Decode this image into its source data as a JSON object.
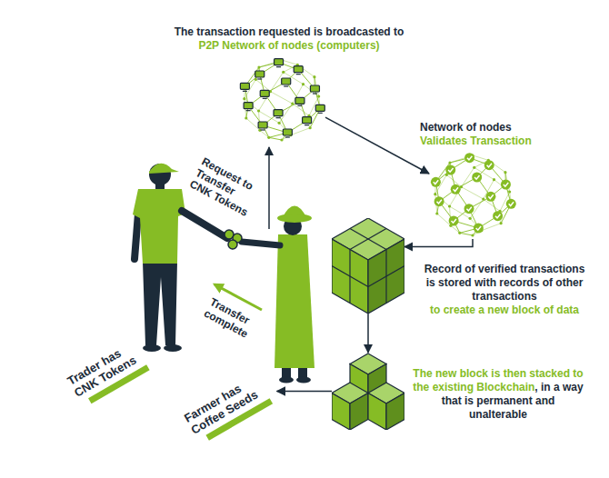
{
  "diagram": {
    "nodes": [
      {
        "text": [
          "The transaction requested is broadcasted to",
          "P2P Network of nodes (computers)"
        ]
      },
      {
        "text": [
          "Network of nodes",
          "Validates Transaction"
        ]
      },
      {
        "text": [
          "Record of verified transactions is stored with records of other transactions",
          "to create a new block of data"
        ]
      },
      {
        "text": [
          "The new block is then stacked to the existing Blockchain",
          ", in a way that is permanent and unalterable"
        ]
      },
      {
        "text": [
          "Trader has CNK Tokens"
        ]
      },
      {
        "text": [
          "Farmer has Coffee Seeds"
        ]
      }
    ],
    "edges": [
      {
        "from": 0,
        "to": 1,
        "arrow": "to"
      },
      {
        "from": 1,
        "to": 2,
        "arrow": "to"
      },
      {
        "from": 2,
        "to": 3,
        "arrow": "to"
      },
      {
        "from": 3,
        "to": 5,
        "arrow": "to"
      }
    ],
    "labels": [
      "Request to Transfer CNK Tokens",
      "Transfer complete"
    ]
  }
}
